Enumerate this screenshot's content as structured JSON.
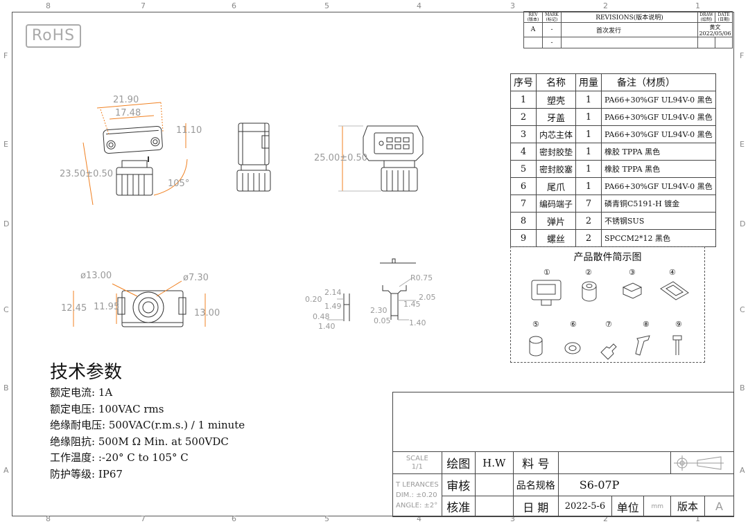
{
  "zones_top": [
    "8",
    "7",
    "6",
    "5",
    "4",
    "3",
    "2",
    "1"
  ],
  "zones_side": [
    "F",
    "E",
    "D",
    "C",
    "B",
    "A"
  ],
  "logo": "RoHS",
  "revisions": {
    "h_rev": "REV\n(版本)",
    "h_mark": "MARK\n(标记)",
    "h_title": "REVISIONS(版本说明)",
    "h_draw": "DRAW\n(绘制)",
    "h_date": "DATE\n(日期)",
    "rows": [
      {
        "rev": "A",
        "mark": "-",
        "desc": "首次发行",
        "draw": "黄文",
        "date": "2022/05/06"
      },
      {
        "rev": "",
        "mark": "-",
        "desc": "",
        "draw": "",
        "date": ""
      }
    ]
  },
  "bom": {
    "headers": [
      "序号",
      "名称",
      "用量",
      "备注（材质）"
    ],
    "rows": [
      {
        "no": "1",
        "name": "塑壳",
        "qty": "1",
        "note": "PA66+30%GF UL94V-0 黑色"
      },
      {
        "no": "2",
        "name": "牙盖",
        "qty": "1",
        "note": "PA66+30%GF UL94V-0 黑色"
      },
      {
        "no": "3",
        "name": "内芯主体",
        "qty": "1",
        "note": "PA66+30%GF UL94V-0 黑色"
      },
      {
        "no": "4",
        "name": "密封胶垫",
        "qty": "1",
        "note": "橡胶 TPPA 黑色"
      },
      {
        "no": "5",
        "name": "密封胶塞",
        "qty": "1",
        "note": "橡胶 TPPA 黑色"
      },
      {
        "no": "6",
        "name": "尾爪",
        "qty": "1",
        "note": "PA66+30%GF UL94V-0 黑色"
      },
      {
        "no": "7",
        "name": "编码端子",
        "qty": "7",
        "note": "磷青铜C5191-H 镀金"
      },
      {
        "no": "8",
        "name": "弹片",
        "qty": "2",
        "note": "不锈钢SUS"
      },
      {
        "no": "9",
        "name": "螺丝",
        "qty": "2",
        "note": "SPCCM2*12 黑色"
      }
    ]
  },
  "parts": {
    "title": "产品散件简示图",
    "labels": [
      "①",
      "②",
      "③",
      "④",
      "⑤",
      "⑥",
      "⑦",
      "⑧",
      "⑨"
    ]
  },
  "dims": {
    "d2190": "21.90",
    "d1748": "17.48",
    "d1110": "11.10",
    "d2350": "23.50±0.50",
    "d105": "105°",
    "d2500": "25.00±0.50",
    "d1300": "ø13.00",
    "d730": "ø7.30",
    "d1245": "12.45",
    "d1195": "11.95",
    "d13b": "13.00",
    "d214": "2.14",
    "d020": "0.20",
    "d149": "1.49",
    "d048": "0.48",
    "d140a": "1.40",
    "dr075": "R0.75",
    "d205": "2.05",
    "d145": "1.45",
    "d230": "2.30",
    "d005": "0.05",
    "d140b": "1.40"
  },
  "specs": {
    "title": "技术参数",
    "lines": [
      "额定电流: 1A",
      "额定电压: 100VAC rms",
      "绝缘耐电压: 500VAC(r.m.s.) / 1 minute",
      "绝缘阻抗: 500M Ω Min. at 500VDC",
      "工作温度: :-20° C to 105° C",
      "防护等级: IP67"
    ]
  },
  "title_block": {
    "scale_label": "SCALE",
    "scale_value": "1/1",
    "draw_label": "绘图",
    "draw_value": "H.W",
    "material_label": "料 号",
    "material_value": "",
    "tol_label": "T LERANCES",
    "tol_dim": "DIM.: ±0.20",
    "tol_angle": "ANGLE: ±2°",
    "review_label": "审核",
    "name_label": "品名规格",
    "name_value": "S6-07P",
    "approve_label": "核准",
    "date_label": "日 期",
    "date_value": "2022-5-6",
    "unit_label": "单位",
    "unit_value": "mm",
    "version_label": "版本",
    "version_value": "A"
  }
}
